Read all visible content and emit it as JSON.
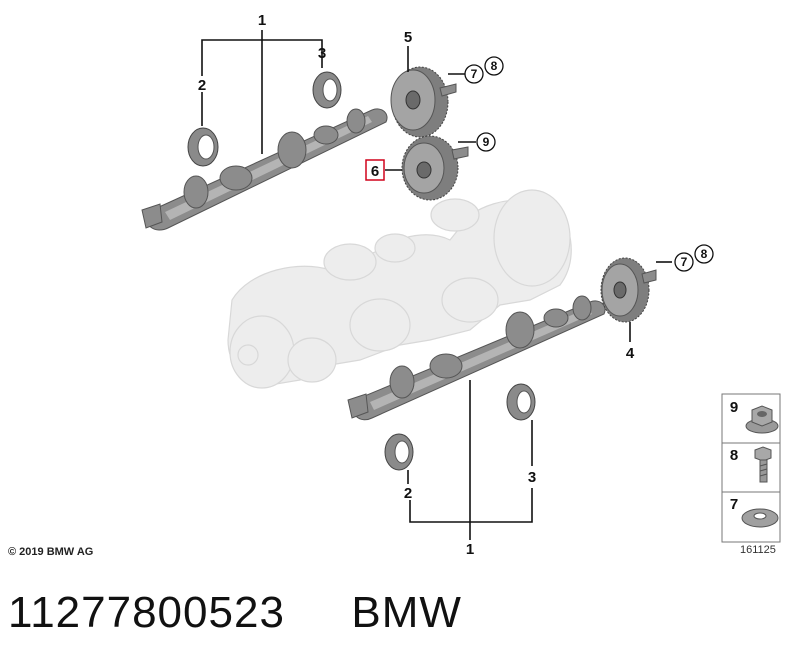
{
  "callouts": {
    "upper_shaft": "1",
    "upper_bearing_left": "2",
    "upper_bearing_right": "3",
    "upper_gear": "5",
    "upper_gear_washer": "7",
    "upper_gear_bolt": "8",
    "small_gear": "6",
    "small_gear_nut": "9",
    "lower_gear": "4",
    "lower_gear_washer": "7",
    "lower_gear_bolt": "8",
    "lower_bearing_left": "2",
    "lower_bearing_right": "3",
    "lower_shaft": "1"
  },
  "legend": {
    "items": [
      {
        "number": "9",
        "icon": "hex-flange-nut-icon"
      },
      {
        "number": "8",
        "icon": "bolt-icon"
      },
      {
        "number": "7",
        "icon": "washer-icon"
      }
    ]
  },
  "copyright": "© 2019 BMW AG",
  "diagram_id": "161125",
  "part_number": "11277800523",
  "brand": "BMW",
  "colors": {
    "highlight": "#d0021b",
    "part": "#8c8c8c",
    "ghost": "#ededed"
  }
}
